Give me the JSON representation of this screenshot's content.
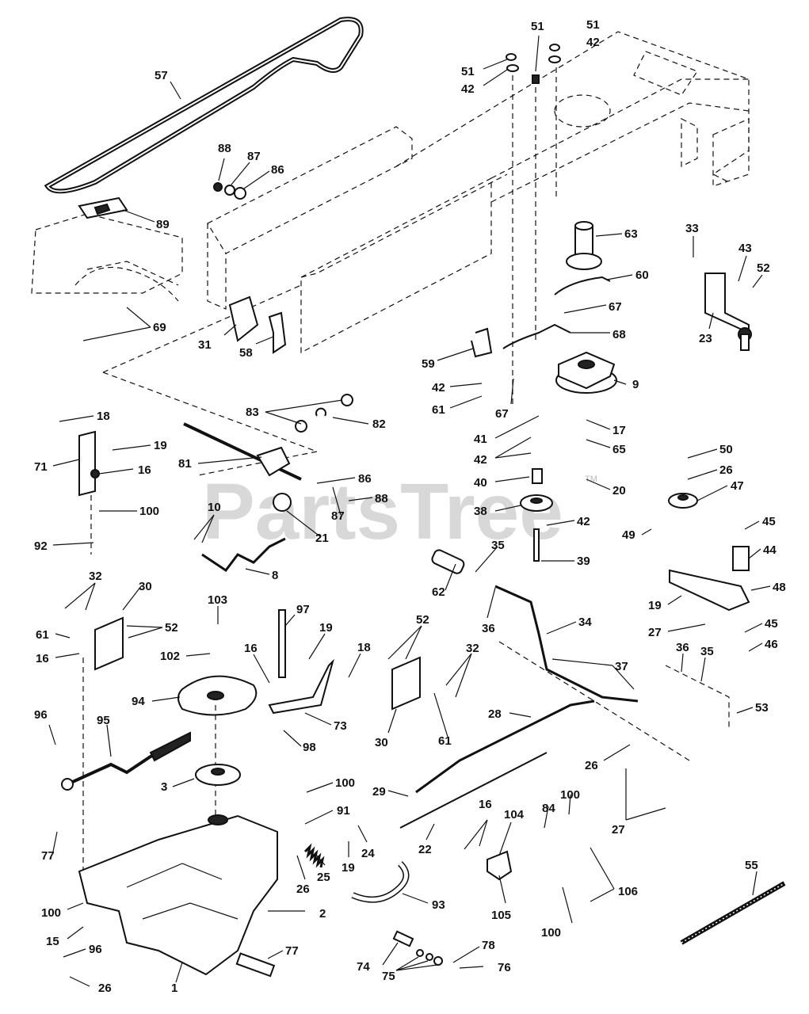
{
  "watermark": {
    "text": "PartsTree",
    "tm": "TM"
  },
  "callouts": [
    {
      "id": "c57",
      "label": "57"
    },
    {
      "id": "c89",
      "label": "89"
    },
    {
      "id": "c69",
      "label": "69"
    },
    {
      "id": "c88a",
      "label": "88"
    },
    {
      "id": "c87a",
      "label": "87"
    },
    {
      "id": "c86a",
      "label": "86"
    },
    {
      "id": "c51a",
      "label": "51"
    },
    {
      "id": "c42a",
      "label": "42"
    },
    {
      "id": "c51b",
      "label": "51"
    },
    {
      "id": "c51c",
      "label": "51"
    },
    {
      "id": "c42b",
      "label": "42"
    },
    {
      "id": "c63",
      "label": "63"
    },
    {
      "id": "c60",
      "label": "60"
    },
    {
      "id": "c67a",
      "label": "67"
    },
    {
      "id": "c68",
      "label": "68"
    },
    {
      "id": "c33",
      "label": "33"
    },
    {
      "id": "c43",
      "label": "43"
    },
    {
      "id": "c52a",
      "label": "52"
    },
    {
      "id": "c23",
      "label": "23"
    },
    {
      "id": "c31",
      "label": "31"
    },
    {
      "id": "c58",
      "label": "58"
    },
    {
      "id": "c59",
      "label": "59"
    },
    {
      "id": "c42c",
      "label": "42"
    },
    {
      "id": "c61a",
      "label": "61"
    },
    {
      "id": "c67b",
      "label": "67"
    },
    {
      "id": "c9",
      "label": "9"
    },
    {
      "id": "c17",
      "label": "17"
    },
    {
      "id": "c41",
      "label": "41"
    },
    {
      "id": "c42d",
      "label": "42"
    },
    {
      "id": "c65",
      "label": "65"
    },
    {
      "id": "c40",
      "label": "40"
    },
    {
      "id": "c20",
      "label": "20"
    },
    {
      "id": "c38",
      "label": "38"
    },
    {
      "id": "c42e",
      "label": "42"
    },
    {
      "id": "c39",
      "label": "39"
    },
    {
      "id": "c18a",
      "label": "18"
    },
    {
      "id": "c19a",
      "label": "19"
    },
    {
      "id": "c71",
      "label": "71"
    },
    {
      "id": "c16a",
      "label": "16"
    },
    {
      "id": "c100a",
      "label": "100"
    },
    {
      "id": "c92",
      "label": "92"
    },
    {
      "id": "c83",
      "label": "83"
    },
    {
      "id": "c82",
      "label": "82"
    },
    {
      "id": "c81",
      "label": "81"
    },
    {
      "id": "c86b",
      "label": "86"
    },
    {
      "id": "c88b",
      "label": "88"
    },
    {
      "id": "c87b",
      "label": "87"
    },
    {
      "id": "c10",
      "label": "10"
    },
    {
      "id": "c21",
      "label": "21"
    },
    {
      "id": "c8",
      "label": "8"
    },
    {
      "id": "c50",
      "label": "50"
    },
    {
      "id": "c26a",
      "label": "26"
    },
    {
      "id": "c47",
      "label": "47"
    },
    {
      "id": "c49",
      "label": "49"
    },
    {
      "id": "c45a",
      "label": "45"
    },
    {
      "id": "c44",
      "label": "44"
    },
    {
      "id": "c48",
      "label": "48"
    },
    {
      "id": "c19b",
      "label": "19"
    },
    {
      "id": "c27a",
      "label": "27"
    },
    {
      "id": "c45b",
      "label": "45"
    },
    {
      "id": "c46",
      "label": "46"
    },
    {
      "id": "c62",
      "label": "62"
    },
    {
      "id": "c35a",
      "label": "35"
    },
    {
      "id": "c36a",
      "label": "36"
    },
    {
      "id": "c34",
      "label": "34"
    },
    {
      "id": "c37",
      "label": "37"
    },
    {
      "id": "c36b",
      "label": "36"
    },
    {
      "id": "c35b",
      "label": "35"
    },
    {
      "id": "c53",
      "label": "53"
    },
    {
      "id": "c32a",
      "label": "32"
    },
    {
      "id": "c30a",
      "label": "30"
    },
    {
      "id": "c61b",
      "label": "61"
    },
    {
      "id": "c52b",
      "label": "52"
    },
    {
      "id": "c16b",
      "label": "16"
    },
    {
      "id": "c103",
      "label": "103"
    },
    {
      "id": "c97",
      "label": "97"
    },
    {
      "id": "c102",
      "label": "102"
    },
    {
      "id": "c16c",
      "label": "16"
    },
    {
      "id": "c19c",
      "label": "19"
    },
    {
      "id": "c18b",
      "label": "18"
    },
    {
      "id": "c94",
      "label": "94"
    },
    {
      "id": "c73",
      "label": "73"
    },
    {
      "id": "c98",
      "label": "98"
    },
    {
      "id": "c52c",
      "label": "52"
    },
    {
      "id": "c32b",
      "label": "32"
    },
    {
      "id": "c30b",
      "label": "30"
    },
    {
      "id": "c61c",
      "label": "61"
    },
    {
      "id": "c28",
      "label": "28"
    },
    {
      "id": "c26b",
      "label": "26"
    },
    {
      "id": "c96a",
      "label": "96"
    },
    {
      "id": "c95",
      "label": "95"
    },
    {
      "id": "c3",
      "label": "3"
    },
    {
      "id": "c100b",
      "label": "100"
    },
    {
      "id": "c91",
      "label": "91"
    },
    {
      "id": "c29",
      "label": "29"
    },
    {
      "id": "c84",
      "label": "84"
    },
    {
      "id": "c100c",
      "label": "100"
    },
    {
      "id": "c27b",
      "label": "27"
    },
    {
      "id": "c77a",
      "label": "77"
    },
    {
      "id": "c24",
      "label": "24"
    },
    {
      "id": "c22",
      "label": "22"
    },
    {
      "id": "c16d",
      "label": "16"
    },
    {
      "id": "c104",
      "label": "104"
    },
    {
      "id": "c25",
      "label": "25"
    },
    {
      "id": "c19d",
      "label": "19"
    },
    {
      "id": "c26c",
      "label": "26"
    },
    {
      "id": "c55",
      "label": "55"
    },
    {
      "id": "c106",
      "label": "106"
    },
    {
      "id": "c105",
      "label": "105"
    },
    {
      "id": "c100d",
      "label": "100"
    },
    {
      "id": "c93",
      "label": "93"
    },
    {
      "id": "c100e",
      "label": "100"
    },
    {
      "id": "c15",
      "label": "15"
    },
    {
      "id": "c2",
      "label": "2"
    },
    {
      "id": "c96b",
      "label": "96"
    },
    {
      "id": "c77b",
      "label": "77"
    },
    {
      "id": "c78",
      "label": "78"
    },
    {
      "id": "c74",
      "label": "74"
    },
    {
      "id": "c76",
      "label": "76"
    },
    {
      "id": "c75",
      "label": "75"
    },
    {
      "id": "c26d",
      "label": "26"
    },
    {
      "id": "c1",
      "label": "1"
    }
  ]
}
